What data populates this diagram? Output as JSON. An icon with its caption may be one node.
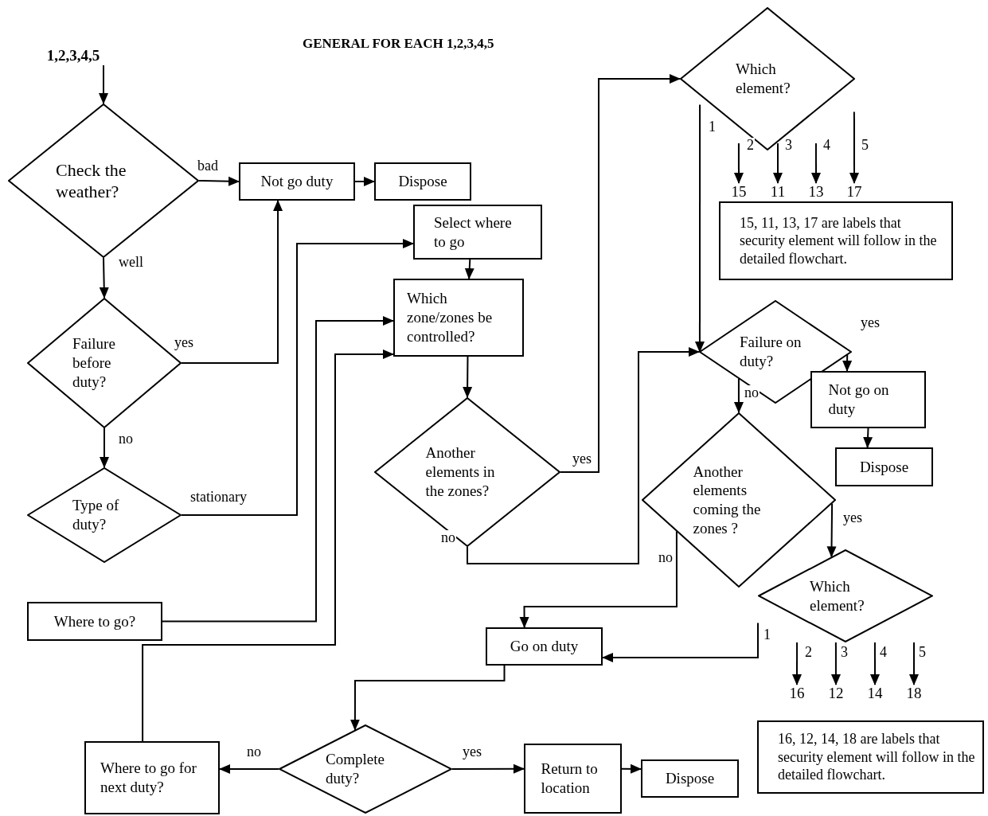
{
  "diagram": {
    "title": "GENERAL FOR EACH 1,2,3,4,5",
    "nodes": [
      {
        "text": [
          "1,2,3,4,5"
        ]
      },
      {
        "text": [
          "Check the weather?"
        ]
      },
      {
        "text": [
          "Not go duty"
        ]
      },
      {
        "text": [
          "Dispose"
        ]
      },
      {
        "text": [
          "Failure before duty?"
        ]
      },
      {
        "text": [
          "Type of duty?"
        ]
      },
      {
        "text": [
          "Where to go?"
        ]
      },
      {
        "text": [
          "Select where to go"
        ]
      },
      {
        "text": [
          "Which zone/zones be controlled?"
        ]
      },
      {
        "text": [
          "Another elements in the zones?"
        ]
      },
      {
        "text": [
          "Which element?"
        ]
      },
      {
        "text": [
          "15"
        ]
      },
      {
        "text": [
          "11"
        ]
      },
      {
        "text": [
          "13"
        ]
      },
      {
        "text": [
          "17"
        ]
      },
      {
        "text": [
          "15, 11, 13, 17 are labels that security element will follow in the detailed flowchart."
        ]
      },
      {
        "text": [
          "Failure on duty?"
        ]
      },
      {
        "text": [
          "Not go on duty"
        ]
      },
      {
        "text": [
          "Dispose"
        ]
      },
      {
        "text": [
          "Another elements coming the zones ?"
        ]
      },
      {
        "text": [
          "Which element?"
        ]
      },
      {
        "text": [
          "Go on duty"
        ]
      },
      {
        "text": [
          "16"
        ]
      },
      {
        "text": [
          "12"
        ]
      },
      {
        "text": [
          "14"
        ]
      },
      {
        "text": [
          "18"
        ]
      },
      {
        "text": [
          "16, 12, 14, 18 are labels that security element will follow in the detailed flowchart."
        ]
      },
      {
        "text": [
          "Complete duty?"
        ]
      },
      {
        "text": [
          "Where to go for next duty?"
        ]
      },
      {
        "text": [
          "Return to location"
        ]
      },
      {
        "text": [
          "Dispose"
        ]
      }
    ],
    "edges": [
      {
        "from": 0,
        "to": 1,
        "arrow": "to"
      },
      {
        "from": 1,
        "to": 2,
        "arrow": "to",
        "label": "bad"
      },
      {
        "from": 2,
        "to": 3,
        "arrow": "to"
      },
      {
        "from": 1,
        "to": 4,
        "arrow": "to",
        "label": "well"
      },
      {
        "from": 4,
        "to": 2,
        "arrow": "to",
        "label": "yes"
      },
      {
        "from": 4,
        "to": 5,
        "arrow": "to",
        "label": "no"
      },
      {
        "from": 5,
        "to": 7,
        "arrow": "to",
        "label": "stationary"
      },
      {
        "from": 6,
        "to": 8,
        "arrow": "to"
      },
      {
        "from": 28,
        "to": 8,
        "arrow": "to"
      },
      {
        "from": 7,
        "to": 8,
        "arrow": "to"
      },
      {
        "from": 8,
        "to": 9,
        "arrow": "to"
      },
      {
        "from": 9,
        "to": 10,
        "arrow": "to",
        "label": "yes"
      },
      {
        "from": 9,
        "to": 16,
        "arrow": "to",
        "label": "no"
      },
      {
        "from": 10,
        "to": 16,
        "arrow": "to",
        "label": "1"
      },
      {
        "from": 10,
        "to": 11,
        "arrow": "to",
        "label": "2"
      },
      {
        "from": 10,
        "to": 12,
        "arrow": "to",
        "label": "3"
      },
      {
        "from": 10,
        "to": 13,
        "arrow": "to",
        "label": "4"
      },
      {
        "from": 10,
        "to": 14,
        "arrow": "to",
        "label": "5"
      },
      {
        "from": 16,
        "to": 17,
        "arrow": "to",
        "label": "yes"
      },
      {
        "from": 17,
        "to": 18,
        "arrow": "to"
      },
      {
        "from": 16,
        "to": 19,
        "arrow": "to",
        "label": "no"
      },
      {
        "from": 19,
        "to": 20,
        "arrow": "to",
        "label": "yes"
      },
      {
        "from": 19,
        "to": 21,
        "arrow": "to",
        "label": "no"
      },
      {
        "from": 20,
        "to": 21,
        "arrow": "to",
        "label": "1"
      },
      {
        "from": 20,
        "to": 22,
        "arrow": "to",
        "label": "2"
      },
      {
        "from": 20,
        "to": 23,
        "arrow": "to",
        "label": "3"
      },
      {
        "from": 20,
        "to": 24,
        "arrow": "to",
        "label": "4"
      },
      {
        "from": 20,
        "to": 25,
        "arrow": "to",
        "label": "5"
      },
      {
        "from": 21,
        "to": 27,
        "arrow": "to"
      },
      {
        "from": 27,
        "to": 28,
        "arrow": "to",
        "label": "no"
      },
      {
        "from": 27,
        "to": 29,
        "arrow": "to",
        "label": "yes"
      },
      {
        "from": 29,
        "to": 30,
        "arrow": "to"
      }
    ]
  }
}
